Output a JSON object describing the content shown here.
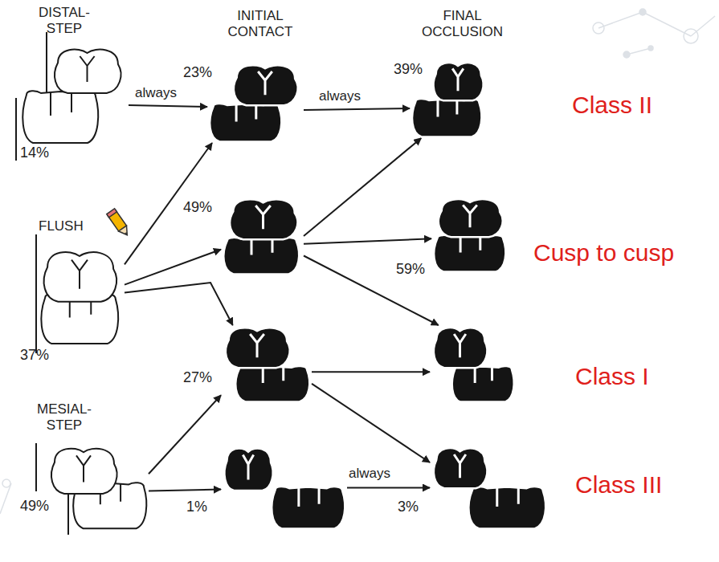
{
  "diagram": {
    "nodes": [
      {
        "text": [
          "DISTAL- STEP",
          "14%"
        ]
      },
      {
        "text": [
          "FLUSH",
          "37%"
        ]
      },
      {
        "text": [
          "MESIAL- STEP",
          "49%"
        ]
      },
      {
        "text": [
          "23%"
        ]
      },
      {
        "text": [
          "49%"
        ]
      },
      {
        "text": [
          "27%"
        ]
      },
      {
        "text": [
          "1%"
        ]
      },
      {
        "text": [
          "39%",
          "Class II"
        ]
      },
      {
        "text": [
          "59%",
          "Cusp to cusp"
        ]
      },
      {
        "text": [
          "Class I"
        ]
      },
      {
        "text": [
          "3%",
          "Class III"
        ]
      }
    ],
    "edges": [
      {
        "from": 0,
        "to": 3,
        "label": "always",
        "arrow": "to"
      },
      {
        "from": 1,
        "to": 3,
        "arrow": "to"
      },
      {
        "from": 1,
        "to": 4,
        "arrow": "to"
      },
      {
        "from": 1,
        "to": 5,
        "arrow": "to"
      },
      {
        "from": 2,
        "to": 5,
        "arrow": "to"
      },
      {
        "from": 2,
        "to": 6,
        "arrow": "to"
      },
      {
        "from": 3,
        "to": 7,
        "label": "always",
        "arrow": "to"
      },
      {
        "from": 4,
        "to": 7,
        "arrow": "to"
      },
      {
        "from": 4,
        "to": 8,
        "arrow": "to"
      },
      {
        "from": 4,
        "to": 9,
        "arrow": "to"
      },
      {
        "from": 5,
        "to": 9,
        "arrow": "to"
      },
      {
        "from": 5,
        "to": 10,
        "arrow": "to"
      },
      {
        "from": 6,
        "to": 10,
        "label": "always",
        "arrow": "to"
      }
    ],
    "labels": [
      "INITIAL CONTACT",
      "FINAL OCCLUSION"
    ]
  }
}
